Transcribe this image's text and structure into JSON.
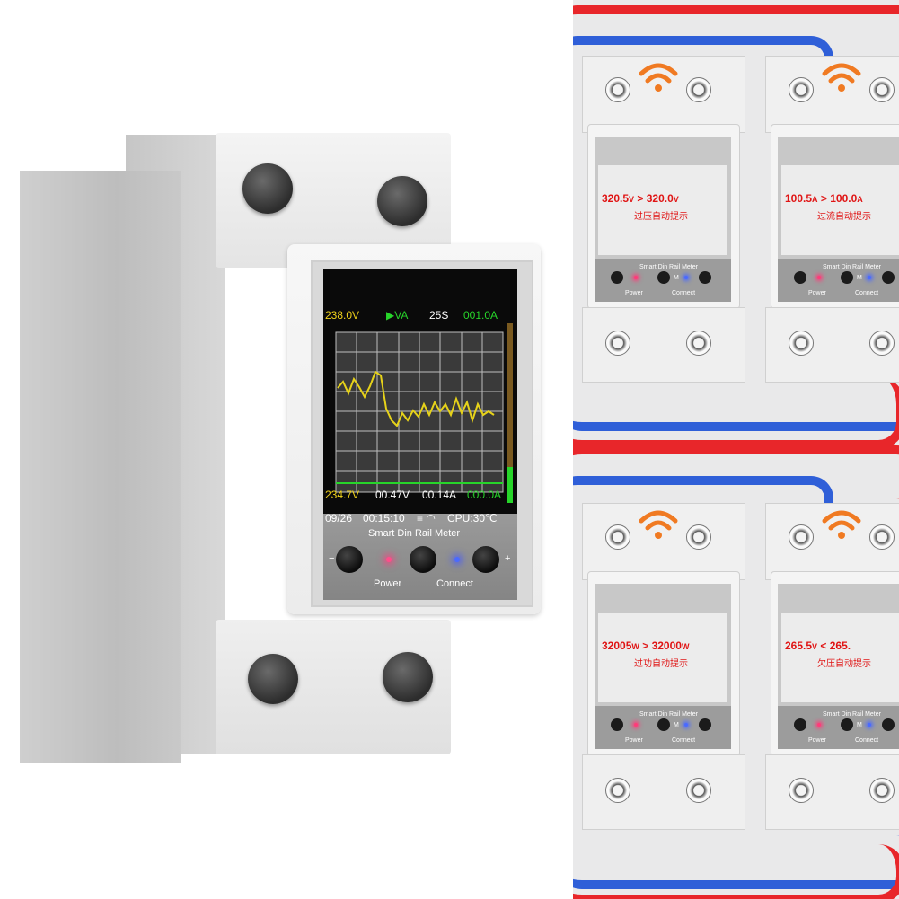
{
  "colors": {
    "wire_red": "#e8262a",
    "wire_blue": "#2f5fd8",
    "wave": "#e6d21a",
    "screen_green": "#27d52a",
    "screen_yellow": "#f0d21b",
    "warning_red": "#e01414"
  },
  "main_device": {
    "screen": {
      "voltage_max": "238.0V",
      "mode": "▶VA",
      "interval": "25S",
      "current_max": "001.0A",
      "voltage_min": "234.7V",
      "voltage_delta": "00.47V",
      "current": "00.14A",
      "current_min": "000.0A",
      "date": "09/26",
      "time": "00:15:10",
      "cpu": "CPU:30℃"
    },
    "title": "Smart Din Rail Meter",
    "minus": "−",
    "plus": "+",
    "power_label": "Power",
    "connect_label": "Connect"
  },
  "panels": [
    {
      "reading_a": "320.5",
      "unit_a": "V",
      "op": ">",
      "reading_b": "320.0",
      "unit_b": "V",
      "note": "过压自动提示"
    },
    {
      "reading_a": "100.5",
      "unit_a": "A",
      "op": ">",
      "reading_b": "100.0",
      "unit_b": "A",
      "note": "过流自动提示"
    },
    {
      "reading_a": "32005",
      "unit_a": "W",
      "op": ">",
      "reading_b": "32000",
      "unit_b": "W",
      "note": "过功自动提示"
    },
    {
      "reading_a": "265.5",
      "unit_a": "V",
      "op": "<",
      "reading_b": "265.",
      "unit_b": "",
      "note": "欠压自动提示"
    }
  ],
  "mini_labels": {
    "title": "Smart Din Rail Meter",
    "power": "Power",
    "connect": "Connect",
    "m": "M"
  },
  "icons": [
    "wifi-icon",
    "screw-icon",
    "knob-icon",
    "button-icon",
    "led-icon"
  ]
}
